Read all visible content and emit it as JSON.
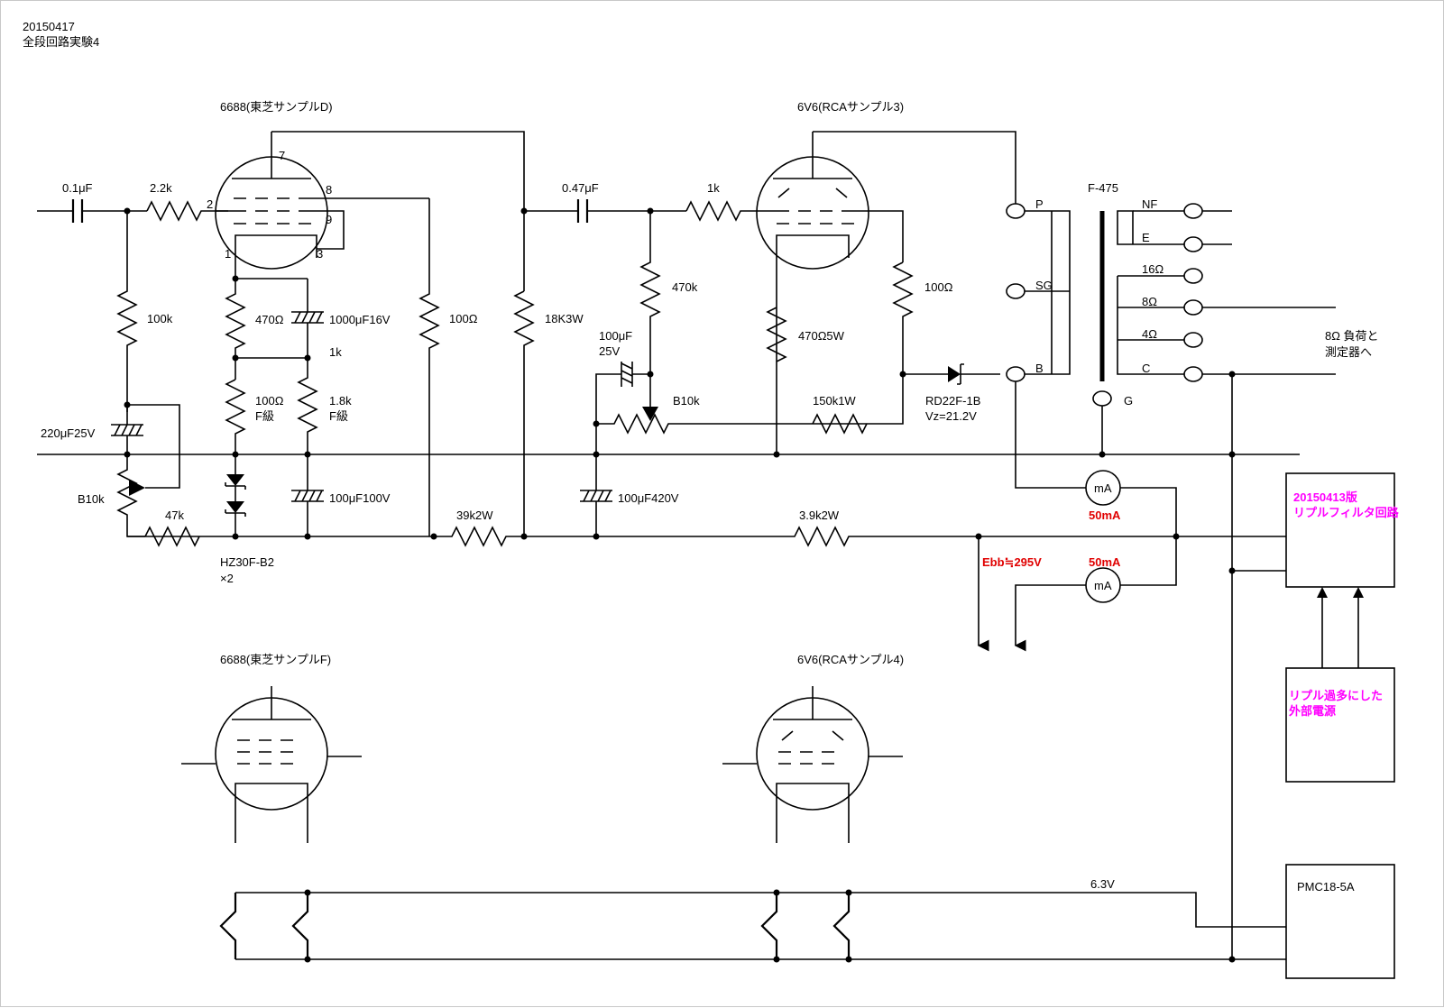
{
  "header": {
    "date": "20150417",
    "title": "全段回路実験4"
  },
  "tubes": {
    "v1_label": "6688(東芝サンプルD)",
    "v2_label": "6V6(RCAサンプル3)",
    "v3_label": "6688(東芝サンプルF)",
    "v4_label": "6V6(RCAサンプル4)"
  },
  "pins": {
    "p7": "7",
    "p8": "8",
    "p9": "9",
    "p2": "2",
    "p1": "1",
    "p3": "3"
  },
  "components": {
    "c_in": "0.1μF",
    "r_grid": "2.2k",
    "r_100k": "100k",
    "c_220u": "220μF25V",
    "vr_b10k_left": "B10k",
    "r_47k": "47k",
    "r_470": "470Ω",
    "c_1000u": "1000μF16V",
    "r_1k": "1k",
    "r_100_f": "100Ω",
    "f_grade1": "F級",
    "r_1_8k": "1.8k",
    "f_grade2": "F級",
    "zener": "HZ30F-B2",
    "zener_qty": "×2",
    "c_100u_100v": "100μF100V",
    "r_100_plate": "100Ω",
    "r_18k": "18K3W",
    "r_39k": "39k2W",
    "c_coupling": "0.47μF",
    "r_1k_grid": "1k",
    "r_470k": "470k",
    "c_100u_25v_a": "100μF",
    "c_100u_25v_b": "25V",
    "vr_b10k_right": "B10k",
    "c_100u_420v": "100μF420V",
    "r_470_5w": "470Ω5W",
    "r_150k": "150k1W",
    "r_100_screen": "100Ω",
    "diode": "RD22F-1B",
    "vz": "Vz=21.2V",
    "r_3_9k": "3.9k2W"
  },
  "transformer": {
    "name": "F-475",
    "p": "P",
    "sg": "SG",
    "b": "B",
    "g": "G",
    "nf": "NF",
    "e": "E",
    "t16": "16Ω",
    "t8": "8Ω",
    "t4": "4Ω",
    "c": "C",
    "load_line1": "8Ω 負荷と",
    "load_line2": "測定器へ"
  },
  "meters": {
    "unit": "mA",
    "reading_top": "50mA",
    "reading_bottom": "50mA"
  },
  "supply": {
    "ebb": "Ebb≒295V",
    "ripple_filter_1": "20150413版",
    "ripple_filter_2": "リプルフィルタ回路",
    "external_1": "リプル過多にした",
    "external_2": "外部電源",
    "heater_psu": "PMC18-5A",
    "heater_v": "6.3V"
  },
  "colors": {
    "wire": "#000000",
    "measurement": "#e00000",
    "note": "#ff00ff"
  }
}
